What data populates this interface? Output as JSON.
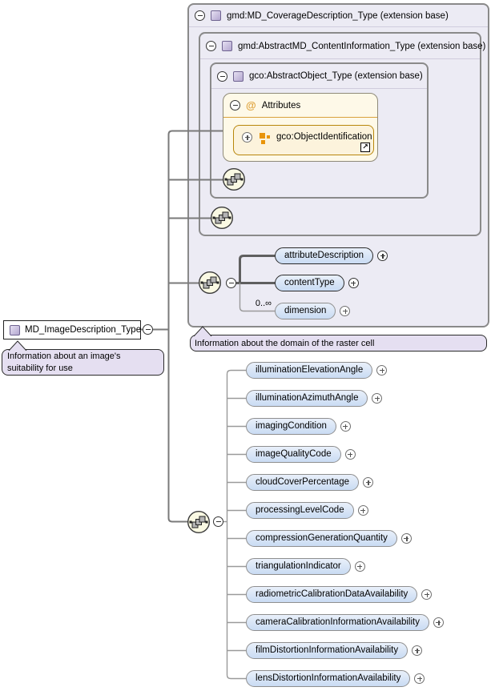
{
  "root": {
    "label": "MD_ImageDescription_Type",
    "annotation": "Information about an image's suitability for use"
  },
  "extension_boxes": [
    {
      "label": "gmd:MD_CoverageDescription_Type (extension base)"
    },
    {
      "label": "gmd:AbstractMD_ContentInformation_Type (extension base)"
    },
    {
      "label": "gco:AbstractObject_Type (extension base)"
    }
  ],
  "attributes_panel": {
    "symbol": "@",
    "label": "Attributes",
    "attribute_group": "gco:ObjectIdentification",
    "corner_link_glyph": "↗"
  },
  "coverage_annotation": "Information about the domain of the raster cell",
  "coverage_children": [
    {
      "label": "attributeDescription",
      "required": true
    },
    {
      "label": "contentType",
      "required": true
    },
    {
      "label": "dimension",
      "required": false,
      "cardinality": "0..∞"
    }
  ],
  "image_children": [
    {
      "label": "illuminationElevationAngle"
    },
    {
      "label": "illuminationAzimuthAngle"
    },
    {
      "label": "imagingCondition"
    },
    {
      "label": "imageQualityCode"
    },
    {
      "label": "cloudCoverPercentage"
    },
    {
      "label": "processingLevelCode"
    },
    {
      "label": "compressionGenerationQuantity"
    },
    {
      "label": "triangulationIndicator"
    },
    {
      "label": "radiometricCalibrationDataAvailability"
    },
    {
      "label": "cameraCalibrationInformationAvailability"
    },
    {
      "label": "filmDistortionInformationAvailability"
    },
    {
      "label": "lensDistortionInformationAvailability"
    }
  ],
  "colors": {
    "box_fill": "#ECEBF4",
    "box_border": "#8A8A8A",
    "element_fill": "#CADCF3",
    "attributes_fill": "#FEF9E8",
    "attribute_item_fill": "#FCF3DC",
    "attribute_item_border": "#B8860B",
    "annotation_fill": "#E5DFF1",
    "sequence_icon_fill": "#FAF9E3"
  }
}
